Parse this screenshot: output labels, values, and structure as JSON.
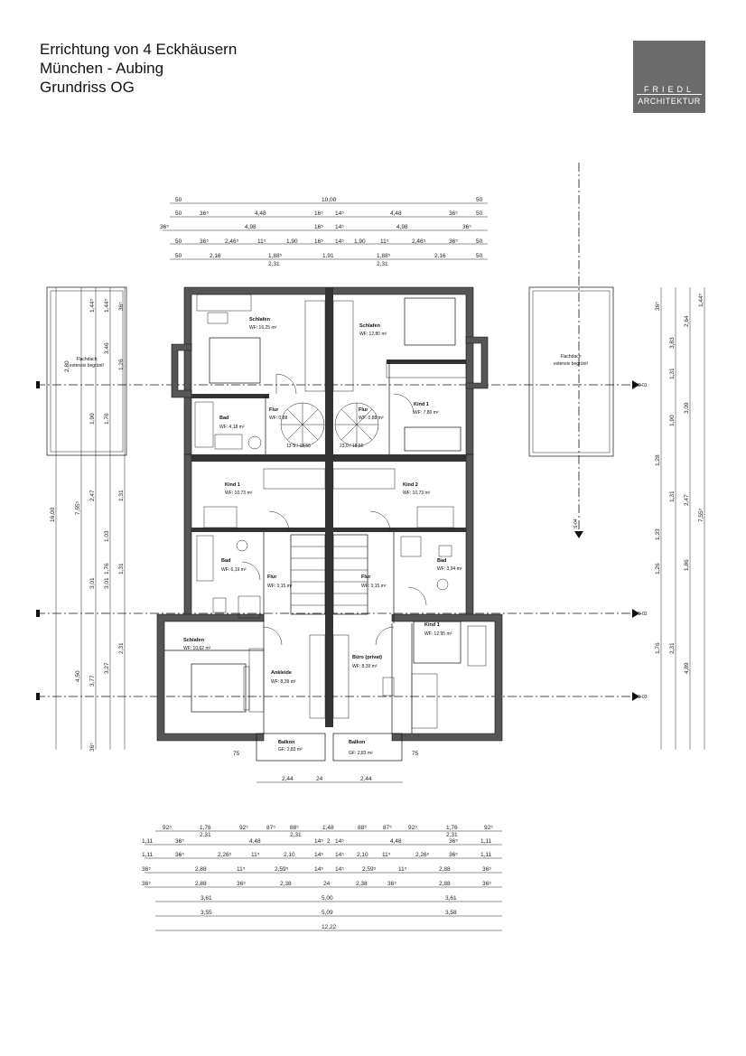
{
  "header": {
    "line1": "Errichtung von 4 Eckhäusern",
    "line2": "München - Aubing",
    "line3": "Grundriss OG"
  },
  "logo": {
    "line1": "FRIEDL",
    "line2": "ARCHITEKTUR",
    "color": "#6b6b6b"
  },
  "rooms": {
    "schlafen_nw": {
      "name": "Schlafen",
      "area": "WF: 16,25 m²"
    },
    "schlafen_ne": {
      "name": "Schlafen",
      "area": "WF: 12,80 m²"
    },
    "bad_nw": {
      "name": "Bad",
      "area": "WF: 4,18 m²"
    },
    "flur_nw": {
      "name": "Flur",
      "area": "WF: 0,88"
    },
    "flur_ne": {
      "name": "Flur",
      "area": "WF: 0,88 m²"
    },
    "kind1_ne": {
      "name": "Kind 1",
      "area": "WF: 7,80 m²"
    },
    "kind1_w": {
      "name": "Kind 1",
      "area": "WF: 10,73 m²"
    },
    "kind2_e": {
      "name": "Kind 2",
      "area": "WF: 10,73 m²"
    },
    "bad_w": {
      "name": "Bad",
      "area": "WF: 6,19 m²"
    },
    "bad_e": {
      "name": "Bad",
      "area": "WF: 3,94 m²"
    },
    "flur_w": {
      "name": "Flur",
      "area": "WF: 3,15 m²"
    },
    "flur_e": {
      "name": "Flur",
      "area": "WF: 3,15 m²"
    },
    "schlafen_sw": {
      "name": "Schlafen",
      "area": "WF: 10,62 m²"
    },
    "ankleide": {
      "name": "Ankleide",
      "area": "WF: 8,39 m²"
    },
    "buero": {
      "name": "Büro (privat)",
      "area": "WF: 8,39 m²"
    },
    "kind1_se": {
      "name": "Kind 1",
      "area": "WF: 12,95 m²"
    },
    "balkon_w": {
      "name": "Balkon",
      "area": "GF: 2,83 m²"
    },
    "balkon_e": {
      "name": "Balkon",
      "area": "GF: 2,83 m²"
    }
  },
  "flachdach": {
    "left_line1": "Flachdach",
    "left_line2": "extensiv begrünt!",
    "right_line1": "Flachdach",
    "right_line2": "extensiv begrünt!"
  },
  "stairs": {
    "upper_left": "13 S / 18,56",
    "upper_right": "23,0 / 18,56"
  },
  "sections": {
    "s01": "S-01",
    "s02": "S-02",
    "s03": "S-03",
    "s04": "S-04"
  },
  "dims_top": {
    "row1": [
      "50",
      "10,00",
      "50"
    ],
    "row2": [
      "50",
      "36⁵",
      "4,48",
      "16⁵",
      "14⁵",
      "4,48",
      "36⁵",
      "50"
    ],
    "row3": [
      "36⁵",
      "4,98",
      "16⁵",
      "14⁵",
      "4,98",
      "36⁵"
    ],
    "row4": [
      "50",
      "36⁵",
      "2,46⁵",
      "11⁵",
      "1,90",
      "16⁵",
      "14⁵",
      "1,90",
      "11⁵",
      "2,46⁵",
      "36⁵",
      "50"
    ],
    "row5": [
      "50",
      "2,16",
      "1,88⁵",
      "1,91",
      "1,88⁵",
      "2,16",
      "50"
    ],
    "row5b": [
      "2,31",
      "2,31"
    ]
  },
  "dims_bottom": {
    "balkon": [
      "2,44",
      "24",
      "2,44"
    ],
    "offsets": [
      "75",
      "75"
    ],
    "row1": [
      "92⁵",
      "1,76",
      "92⁵",
      "87⁵",
      "88⁵",
      "1,48",
      "88⁵",
      "87⁵",
      "92⁵",
      "1,76",
      "92⁵"
    ],
    "row1b": [
      "2,31",
      "2,31",
      "2,31"
    ],
    "row2": [
      "1,11",
      "36⁵",
      "4,48",
      "14⁵",
      "2",
      "14⁵",
      "4,48",
      "36⁵",
      "1,11"
    ],
    "row3": [
      "1,11",
      "36⁵",
      "2,26⁵",
      "11⁵",
      "2,10",
      "14⁵",
      "14⁵",
      "2,10",
      "11⁵",
      "2,26⁵",
      "36⁵",
      "1,11"
    ],
    "row4": [
      "36⁵",
      "2,88",
      "11⁵",
      "2,59⁵",
      "14⁵",
      "14⁵",
      "2,59⁵",
      "11⁵",
      "2,88",
      "36⁵"
    ],
    "row5": [
      "36⁵",
      "2,88",
      "36⁵",
      "2,38",
      "24",
      "2,38",
      "36⁵",
      "2,88",
      "36⁵"
    ],
    "row6": [
      "3,61",
      "5,00",
      "3,61"
    ],
    "row7": [
      "3,55",
      "5,09",
      "3,58"
    ],
    "row8": [
      "12,22"
    ]
  },
  "dims_left": {
    "outer": [
      "16,00"
    ],
    "col2": [
      "7,55⁵",
      "4,50"
    ],
    "col3": [
      "1,44⁵",
      "2,80",
      "1,90",
      "2,47",
      "3,01",
      "3,77",
      "36⁵"
    ],
    "col4": [
      "1,44⁵",
      "1,76",
      "1,03",
      "1,76",
      "3,01",
      "3,27"
    ],
    "col5": [
      "36⁵",
      "3,46",
      "1,26",
      "1,31",
      "2,31",
      "1,31"
    ]
  },
  "dims_right": {
    "outer": [
      "1,44⁵",
      "2,64",
      "3,09",
      "7,55⁵"
    ],
    "col2": [
      "3,83",
      "1,90",
      "2,47",
      "1,86",
      "4,89"
    ],
    "col3": [
      "36⁵",
      "1,31",
      "1,28",
      "1,31",
      "1,33",
      "1,26",
      "1,76",
      "2,31"
    ]
  }
}
